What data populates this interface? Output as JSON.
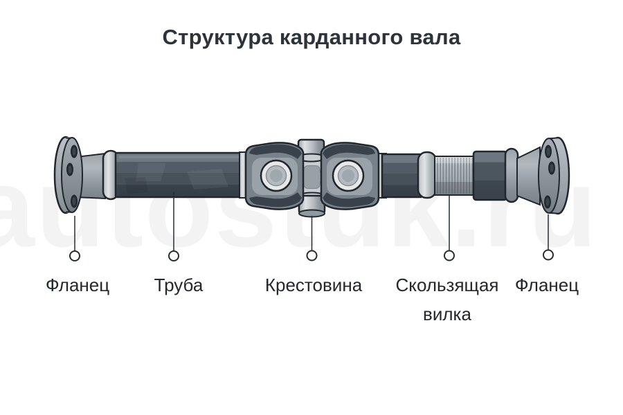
{
  "title": "Структура карданного вала",
  "watermark": "autostuk.ru",
  "labels": [
    {
      "id": "flange-left",
      "text": "Фланец"
    },
    {
      "id": "tube",
      "text": "Труба"
    },
    {
      "id": "cross-joint",
      "text": "Крестовина"
    },
    {
      "id": "slip-yoke",
      "text": "Скользящая вилка"
    },
    {
      "id": "flange-right",
      "text": "Фланец"
    }
  ],
  "colors": {
    "background": "#ffffff",
    "title_text": "#2d3339",
    "label_text": "#23282d",
    "outline": "#20262c",
    "tube_dark": "#4d5760",
    "steel_mid": "#959da4",
    "steel_light": "#c9ced3",
    "leader_line": "#262c32"
  }
}
